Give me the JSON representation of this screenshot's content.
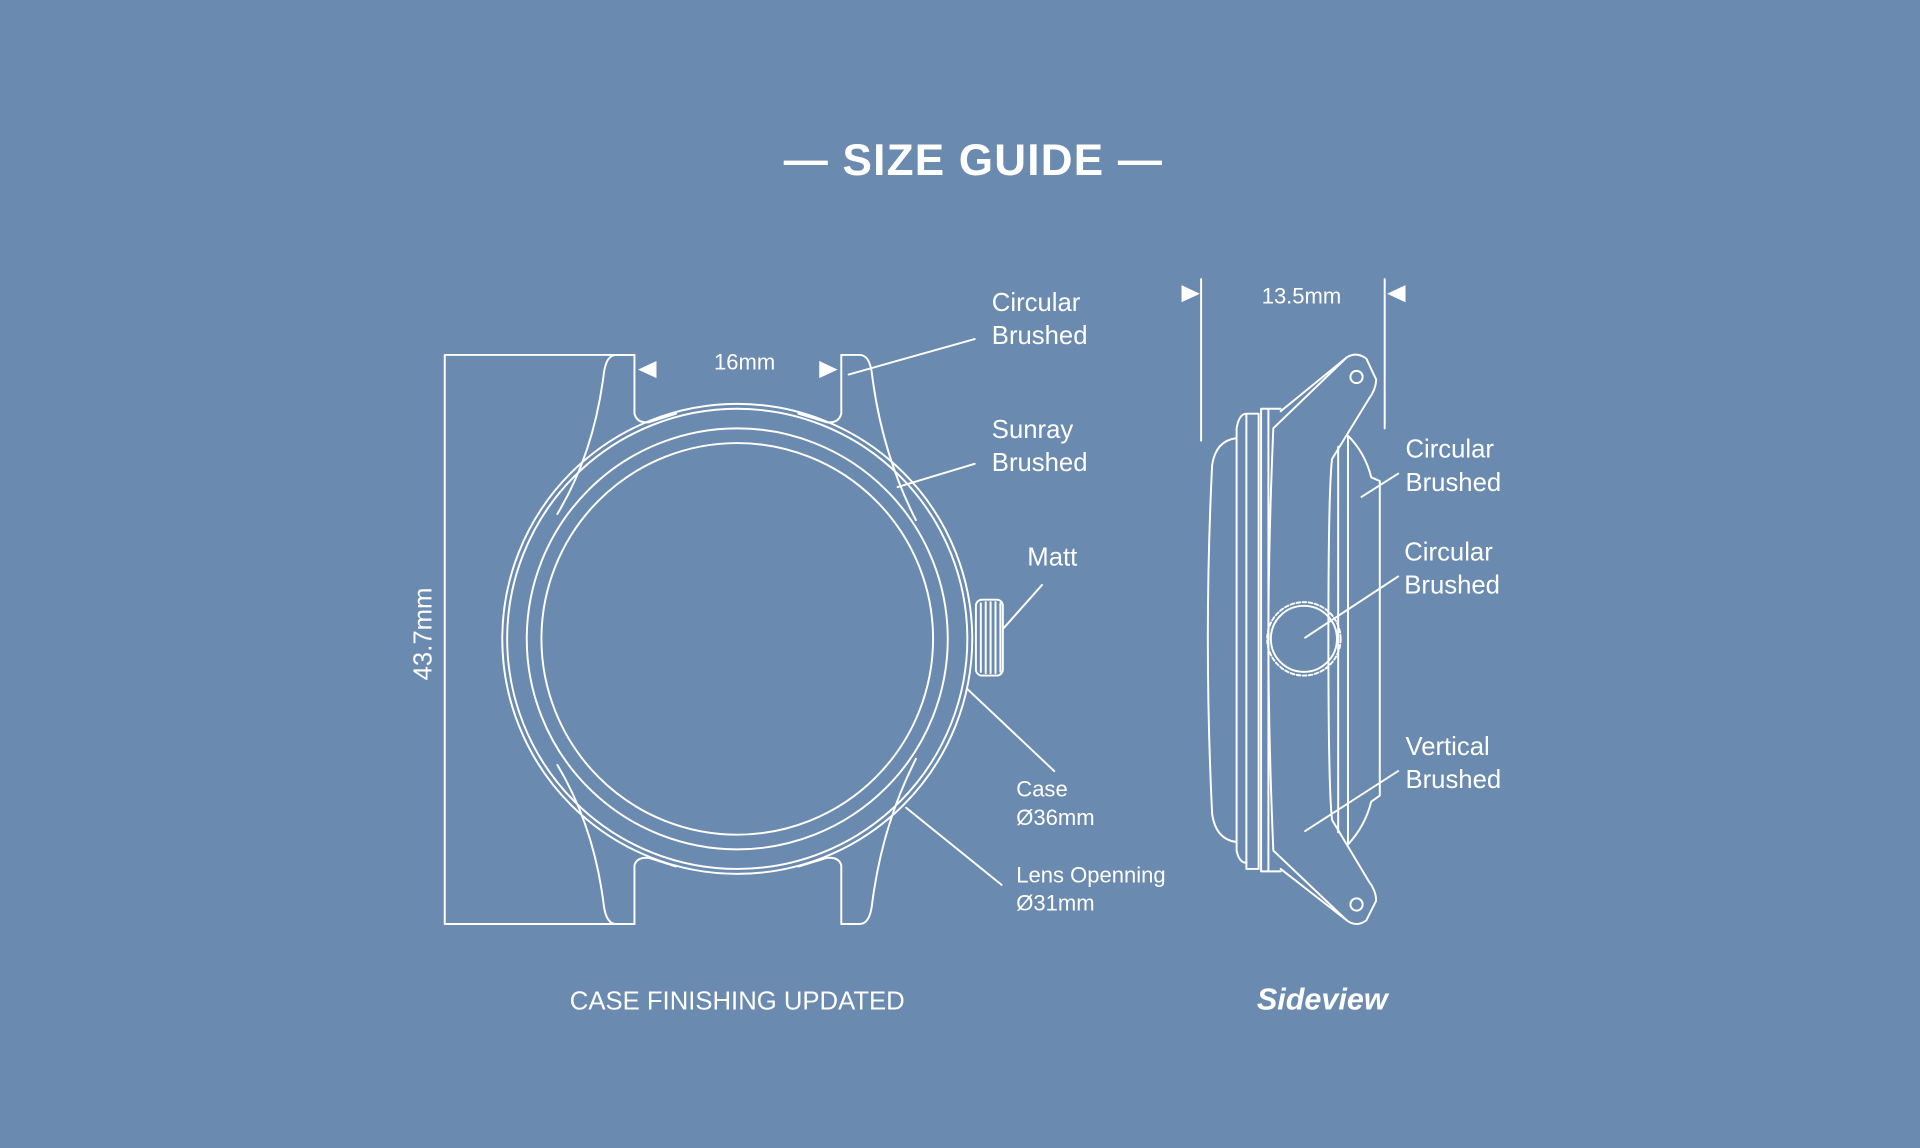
{
  "title": "— SIZE GUIDE —",
  "front": {
    "caption": "CASE FINISHING UPDATED",
    "lug_width": "16mm",
    "height": "43.7mm",
    "labels": {
      "lug_finish": [
        "Circular",
        "Brushed"
      ],
      "bezel_finish": [
        "Sunray",
        "Brushed"
      ],
      "crown_finish": "Matt",
      "case": [
        "Case",
        "Ø36mm"
      ],
      "lens": [
        "Lens Openning",
        "Ø31mm"
      ]
    }
  },
  "side": {
    "caption": "Sideview",
    "thickness": "13.5mm",
    "labels": {
      "back_finish": [
        "Circular",
        "Brushed"
      ],
      "crown_finish": [
        "Circular",
        "Brushed"
      ],
      "side_finish": [
        "Vertical",
        "Brushed"
      ]
    }
  },
  "colors": {
    "background": "#6a8baf",
    "line": "#ffffff"
  }
}
